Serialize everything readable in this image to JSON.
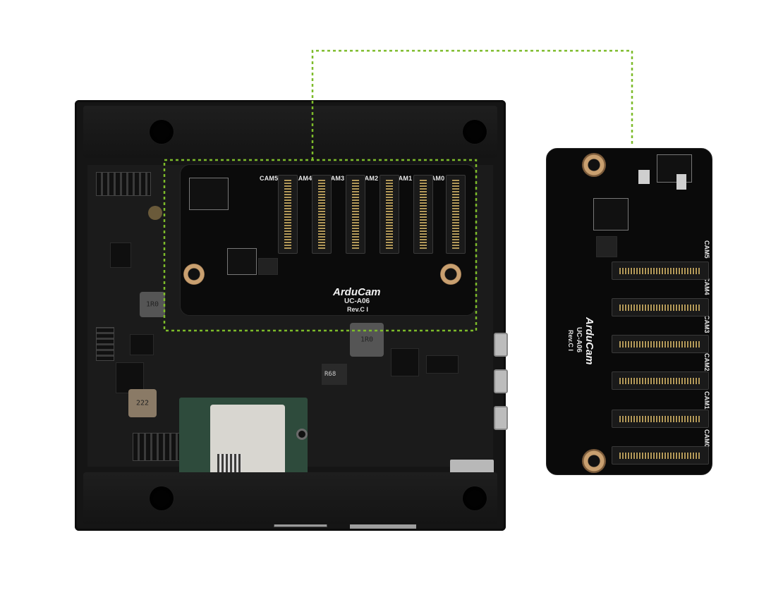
{
  "installed_adapter": {
    "brand": "ArduCam",
    "model": "UC-A06",
    "revision": "Rev.C I",
    "camera_ports": [
      "CAM5",
      "CAM4",
      "CAM3",
      "CAM2",
      "CAM1",
      "CAM0"
    ]
  },
  "standalone_adapter": {
    "brand": "ArduCam",
    "model": "UC-A06",
    "revision": "Rev.C I",
    "camera_ports": [
      "CAM5",
      "CAM4",
      "CAM3",
      "CAM2",
      "CAM1",
      "CAM0"
    ]
  },
  "carrier_board": {
    "inductor_left": "1R0",
    "inductor_right": "1R0",
    "inductor_small": "222",
    "resistor_label": "R68"
  },
  "colors": {
    "connector_dash": "#7dbb2a",
    "pcb": "#0b0b0b",
    "housing": "#151515"
  }
}
